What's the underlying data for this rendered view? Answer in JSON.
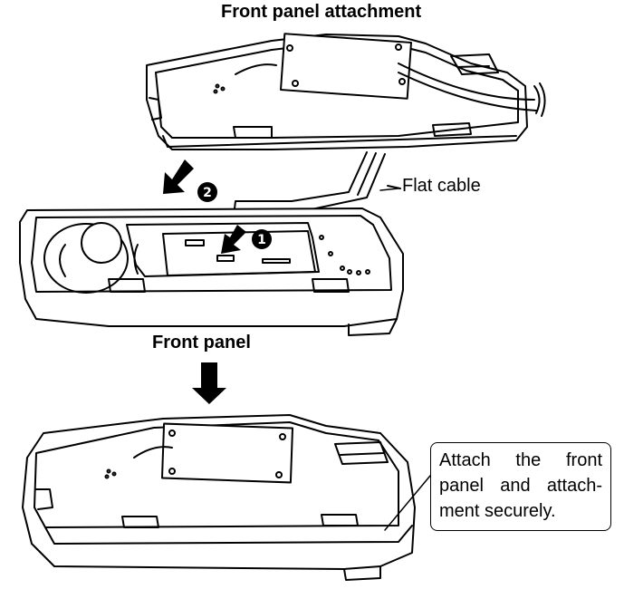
{
  "titles": {
    "attachment": "Front panel attachment",
    "front_panel": "Front panel"
  },
  "labels": {
    "flat_cable": "Flat cable"
  },
  "steps": {
    "first": "1",
    "second": "2"
  },
  "note": {
    "line1": "Attach the front",
    "line2": "panel and attach-",
    "line3": "ment securely."
  }
}
